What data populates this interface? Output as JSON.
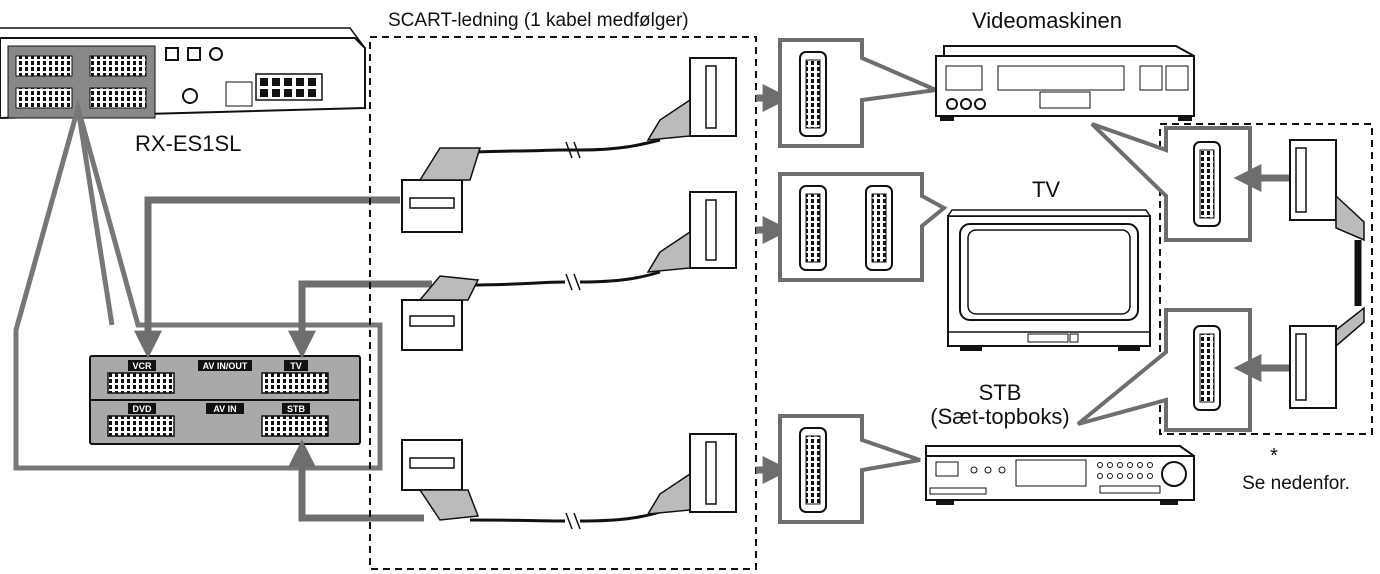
{
  "header": {
    "cable_title": "SCART-ledning (1 kabel medfølger)"
  },
  "devices": {
    "receiver": "RX-ES1SL",
    "vcr": "Videomaskinen",
    "tv": "TV",
    "stb_line1": "STB",
    "stb_line2": "(Sæt-topboks)"
  },
  "panel": {
    "vcr": "VCR",
    "tv": "TV",
    "dvd": "DVD",
    "stb": "STB",
    "av_in_out": "AV IN/OUT",
    "av_in": "AV IN"
  },
  "footnote": {
    "mark": "*",
    "text": "Se nedenfor."
  },
  "colors": {
    "arrow": "#6e6e6e",
    "panel": "#a9a9a9",
    "line": "#111111"
  }
}
